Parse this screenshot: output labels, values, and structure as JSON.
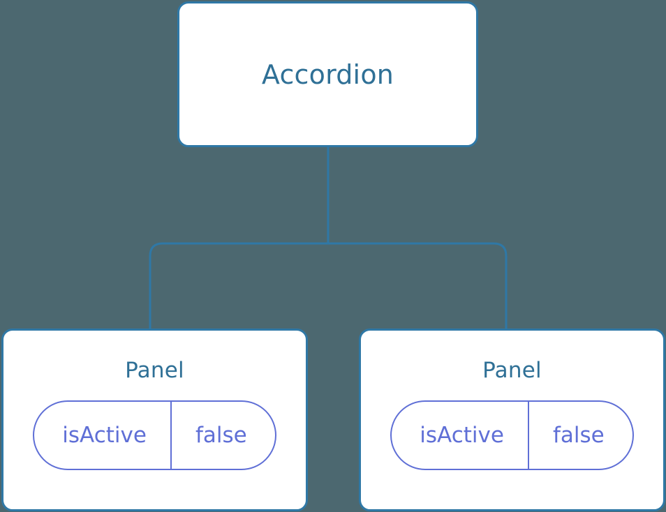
{
  "canvas": {
    "background_color": "#4c6870",
    "edge_color": "#2f78a6",
    "node_border_color": "#2f78a6",
    "node_fill_color": "#ffffff",
    "node_title_color": "#2f7096",
    "prop_color": "#5f6fd6"
  },
  "tree": {
    "root": {
      "title": "Accordion"
    },
    "children": [
      {
        "title": "Panel",
        "props": [
          {
            "key": "isActive",
            "value": "false"
          }
        ]
      },
      {
        "title": "Panel",
        "props": [
          {
            "key": "isActive",
            "value": "false"
          }
        ]
      }
    ]
  }
}
